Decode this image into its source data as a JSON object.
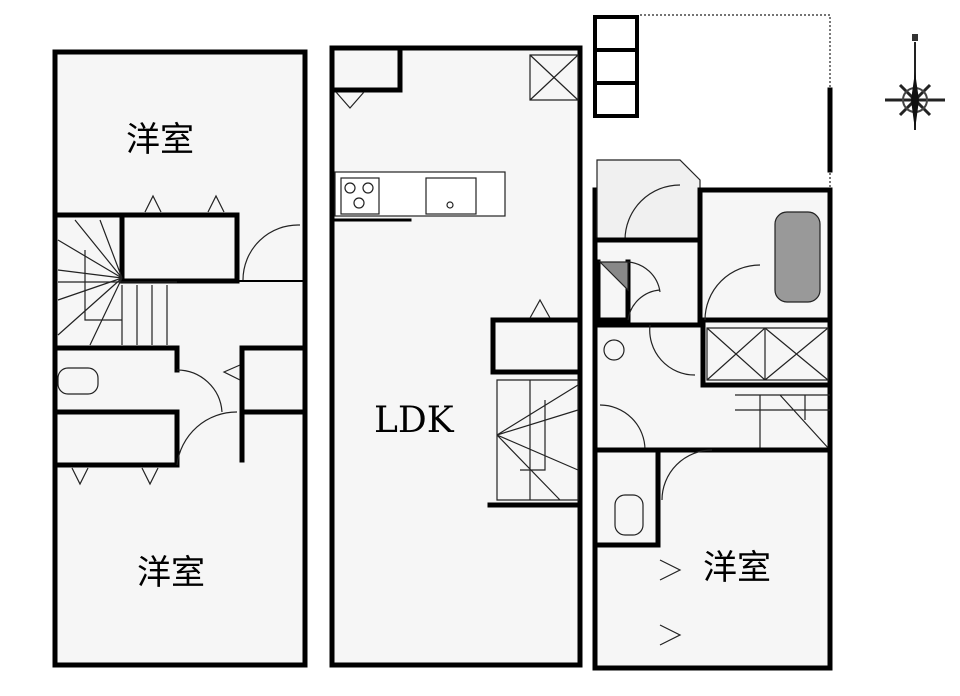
{
  "floor_plan": {
    "rooms": [
      {
        "id": "room-west-top",
        "label": "洋室"
      },
      {
        "id": "room-west-bottom",
        "label": "洋室"
      },
      {
        "id": "room-ldk",
        "label": "LDK"
      },
      {
        "id": "room-east",
        "label": "洋室"
      }
    ],
    "compass_icon": "compass-rose-icon"
  }
}
